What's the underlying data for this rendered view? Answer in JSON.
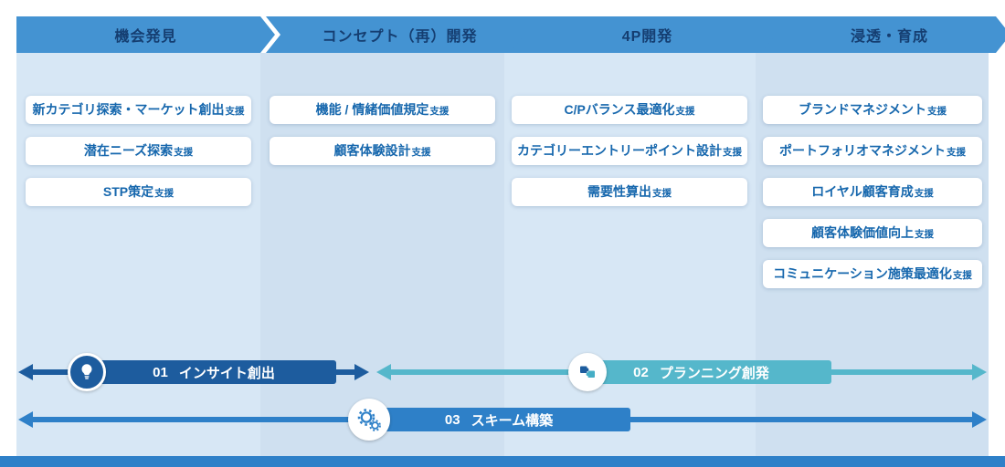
{
  "phases": [
    {
      "title": "機会発見",
      "items": [
        {
          "text": "新カテゴリ探索・マーケット創出",
          "suffix": "支援"
        },
        {
          "text": "潜在ニーズ探索",
          "suffix": "支援"
        },
        {
          "text": "STP策定",
          "suffix": "支援"
        }
      ]
    },
    {
      "title": "コンセプト（再）開発",
      "items": [
        {
          "text": "機能 / 情緒価値規定",
          "suffix": "支援"
        },
        {
          "text": "顧客体験設計",
          "suffix": "支援"
        }
      ]
    },
    {
      "title": "4P開発",
      "items": [
        {
          "text": "C/Pバランス最適化",
          "suffix": "支援"
        },
        {
          "text": "カテゴリーエントリーポイント設計",
          "suffix": "支援"
        },
        {
          "text": "需要性算出",
          "suffix": "支援"
        }
      ]
    },
    {
      "title": "浸透・育成",
      "items": [
        {
          "text": "ブランドマネジメント",
          "suffix": "支援"
        },
        {
          "text": "ポートフォリオマネジメント",
          "suffix": "支援"
        },
        {
          "text": "ロイヤル顧客育成",
          "suffix": "支援"
        },
        {
          "text": "顧客体験価値向上",
          "suffix": "支援"
        },
        {
          "text": "コミュニケーション施策最適化",
          "suffix": "支援"
        }
      ]
    }
  ],
  "arrows": [
    {
      "number": "01",
      "title": "インサイト創出",
      "color": "#1d5c9e",
      "icon": "lightbulb-icon"
    },
    {
      "number": "02",
      "title": "プランニング創発",
      "color": "#55b7cb",
      "icon": "puzzle-icon"
    },
    {
      "number": "03",
      "title": "スキーム構築",
      "color": "#2e80c8",
      "icon": "gears-icon"
    }
  ],
  "colors": {
    "header_bg": "#4493d2",
    "header_text": "#153e71",
    "card_text": "#1667ad",
    "column_bg_a": "#d7e7f5",
    "column_bg_b": "#cfe0f0",
    "arrow_01": "#1d5c9e",
    "arrow_02": "#55b7cb",
    "arrow_03": "#2e80c8",
    "footer_bar": "#2e80c8"
  }
}
